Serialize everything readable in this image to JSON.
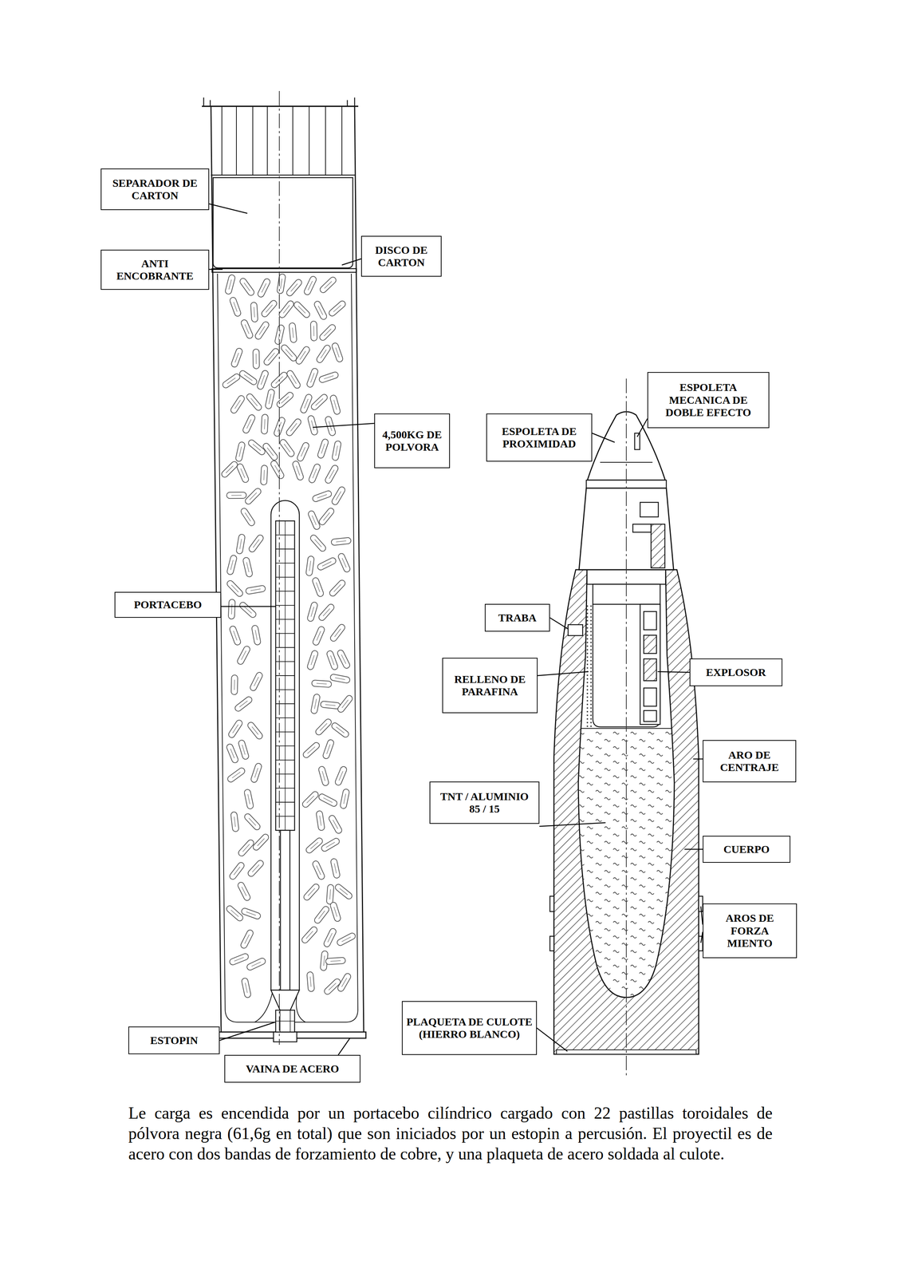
{
  "diagram": {
    "caption": "Le carga es encendida por un portacebo cilíndrico cargado con 22 pastillas toroidales de pólvora negra (61,6g en total) que son iniciados por un estopin a percusión. El proyectil es de acero con dos bandas de forzamiento de cobre, y una plaqueta de acero soldada al culote.",
    "nodes": [
      {
        "text": [
          "SEPARADOR DE CARTON"
        ]
      },
      {
        "text": [
          "DISCO DE CARTON"
        ]
      },
      {
        "text": [
          "ANTI ENCOBRANTE"
        ]
      },
      {
        "text": [
          "ESPOLETA MECANICA DE DOBLE EFECTO"
        ]
      },
      {
        "text": [
          "4,500KG DE POLVORA"
        ]
      },
      {
        "text": [
          "ESPOLETA DE PROXIMIDAD"
        ]
      },
      {
        "text": [
          "PORTACEBO"
        ]
      },
      {
        "text": [
          "TRABA"
        ]
      },
      {
        "text": [
          "RELLENO DE PARAFINA"
        ]
      },
      {
        "text": [
          "EXPLOSOR"
        ]
      },
      {
        "text": [
          "ARO DE CENTRAJE"
        ]
      },
      {
        "text": [
          "TNT / ALUMINIO 85 / 15"
        ]
      },
      {
        "text": [
          "CUERPO"
        ]
      },
      {
        "text": [
          "AROS DE FORZA MIENTO"
        ]
      },
      {
        "text": [
          "PLAQUETA DE CULOTE (HIERRO BLANCO)"
        ]
      },
      {
        "text": [
          "ESTOPIN"
        ]
      },
      {
        "text": [
          "VAINA DE ACERO"
        ]
      }
    ]
  }
}
